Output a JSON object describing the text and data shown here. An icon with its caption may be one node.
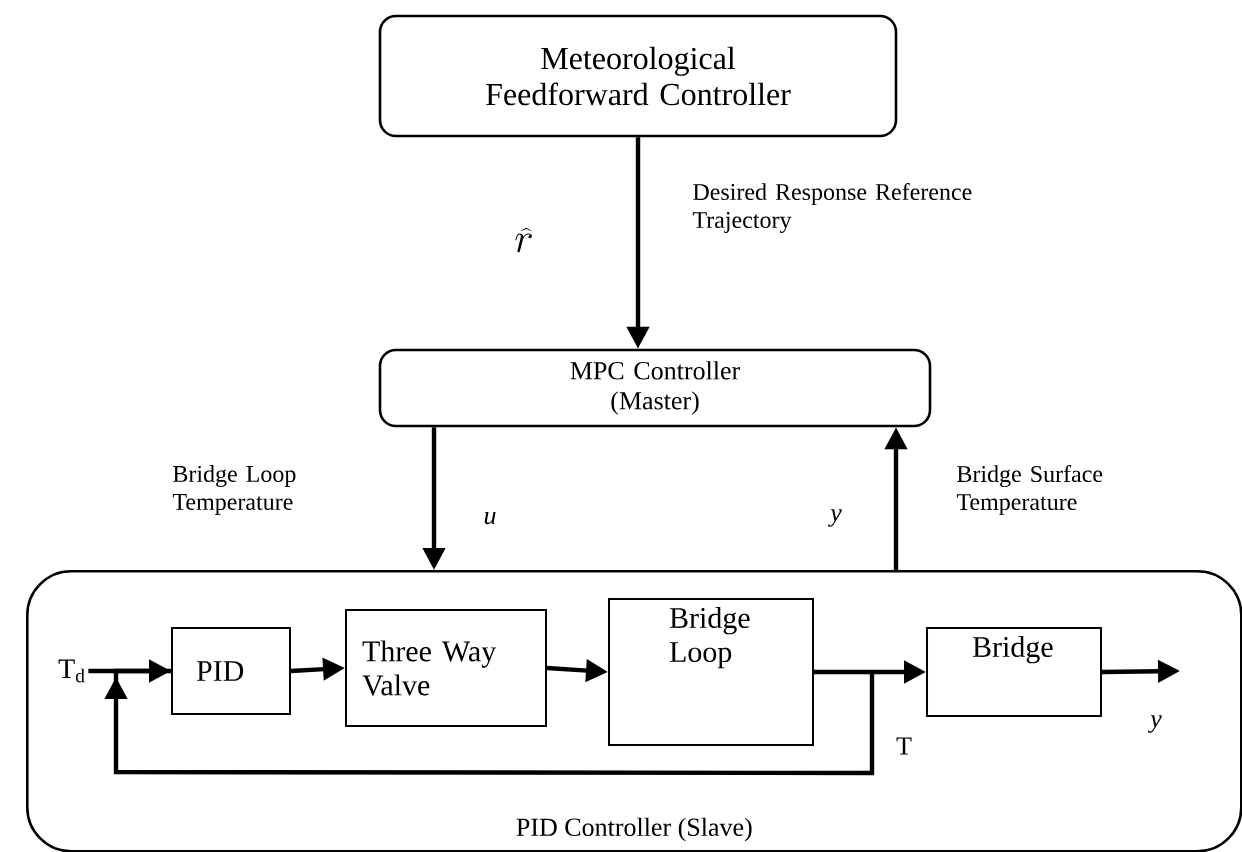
{
  "diagram": {
    "nodes": [
      {
        "text": [
          "Meteorological Feedforward Controller"
        ]
      },
      {
        "text": [
          "MPC Controller (Master)"
        ]
      },
      {
        "text": [
          "PID Controller (Slave)"
        ]
      },
      {
        "text": [
          "PID"
        ],
        "in": 2
      },
      {
        "text": [
          "Three Way Valve"
        ],
        "in": 2
      },
      {
        "text": [
          "Bridge Loop"
        ],
        "in": 2
      },
      {
        "text": [
          "Bridge"
        ],
        "in": 2
      },
      {
        "text": [
          "T$_{d}$"
        ],
        "in": 2
      }
    ],
    "edges": [
      {
        "from": 0,
        "to": 1,
        "arrow": "to",
        "label": "Desired Response Reference Trajectory"
      },
      {
        "from": 1,
        "to": 2,
        "arrow": "to",
        "label": "u"
      },
      {
        "from": 2,
        "to": 1,
        "arrow": "to",
        "label": "y"
      },
      {
        "from": 7,
        "to": 3,
        "arrow": "to"
      },
      {
        "from": 3,
        "to": 4,
        "arrow": "to"
      },
      {
        "from": 4,
        "to": 5,
        "arrow": "to"
      },
      {
        "from": 5,
        "to": 6,
        "arrow": "to"
      },
      {
        "from": 6,
        "to": null,
        "arrow": "to",
        "label": "y"
      },
      {
        "from": 5,
        "to": 3,
        "arrow": "to",
        "label": "T"
      }
    ],
    "labels": [
      "\\widehat{r}",
      "Bridge Loop Temperature",
      "Bridge Surface Temperature"
    ]
  }
}
